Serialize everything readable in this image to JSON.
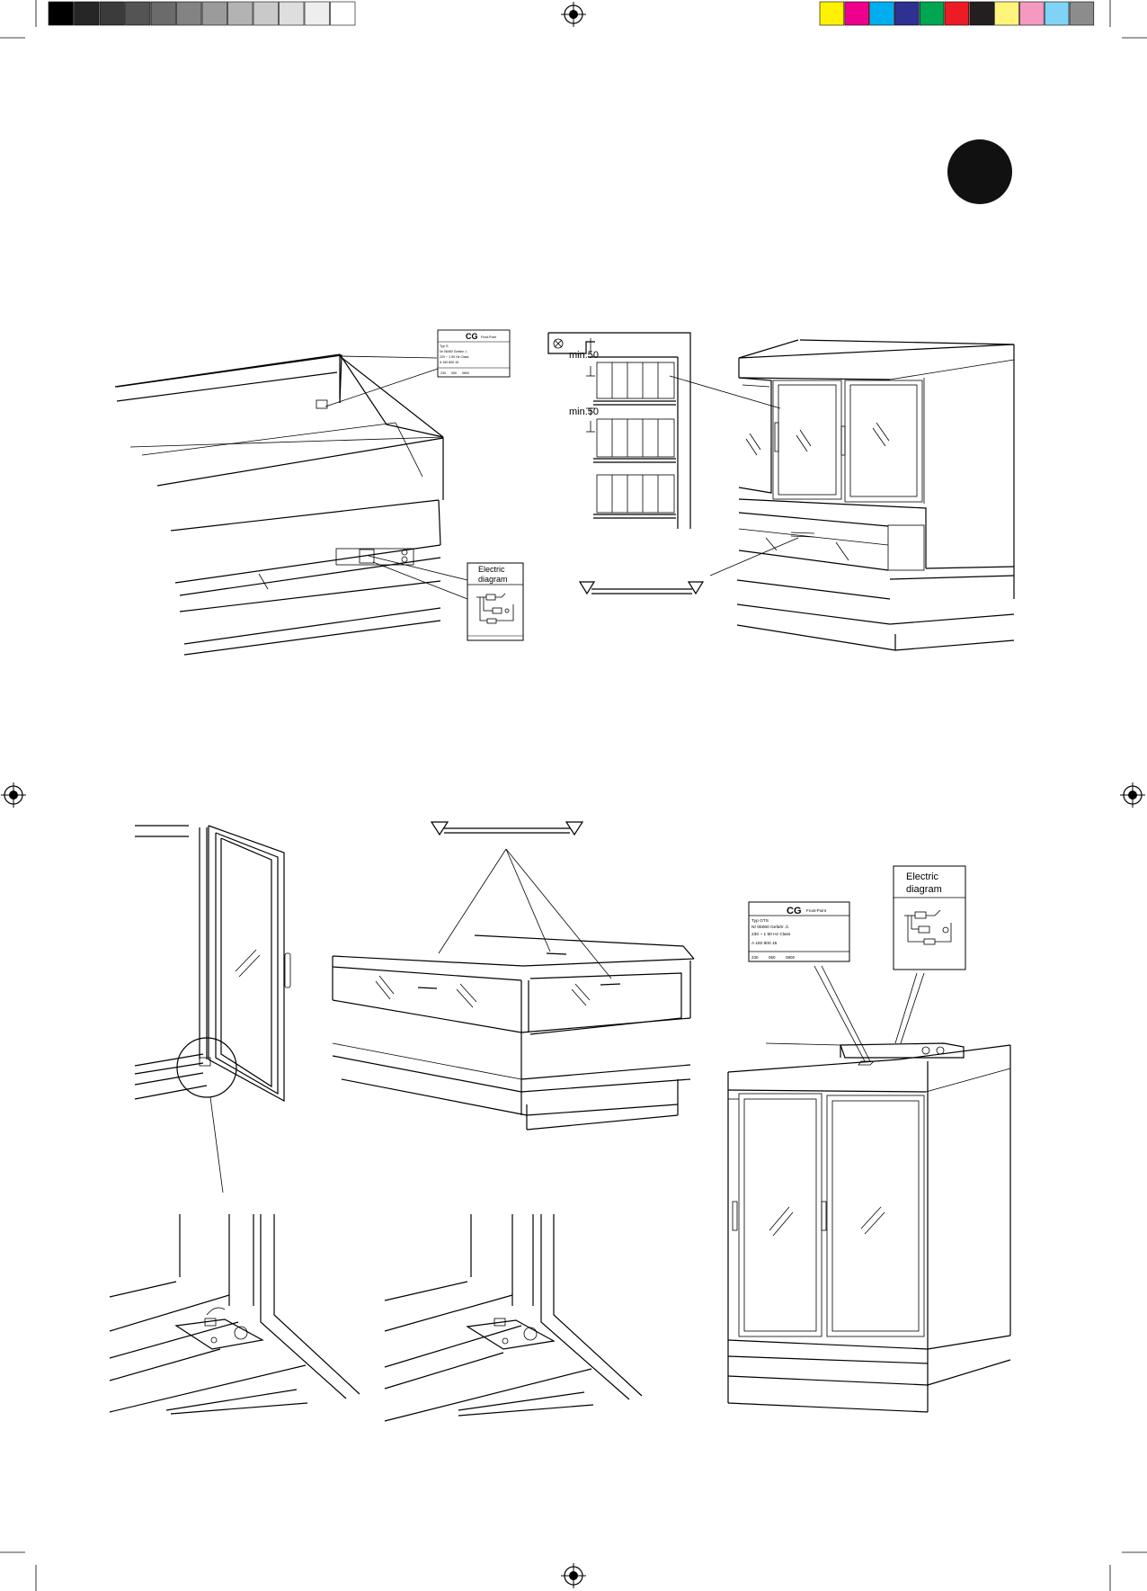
{
  "color_bar": {
    "grays": [
      "#000000",
      "#262626",
      "#3b3b3b",
      "#545454",
      "#6b6b6b",
      "#838383",
      "#9b9b9b",
      "#b3b3b3",
      "#c9c9c9",
      "#dedede",
      "#eeeeee",
      "#ffffff"
    ],
    "colors": [
      "#fff200",
      "#ec008c",
      "#00aeef",
      "#2e3192",
      "#00a651",
      "#ed1c24",
      "#231f20",
      "#fff57a",
      "#f49ac1",
      "#7fd3f7",
      "#8c8c8c"
    ]
  },
  "step_badge": {
    "color": "#111111"
  },
  "figure_top_left": {
    "rating_plate": {
      "brand": "CG",
      "maker": "Frost-Point",
      "rows": [
        "Typ    G",
        "Nr    06060   Gefahr  ⚠",
        "220  ~  1  50 Hz   Class",
        "A   150   800   15"
      ],
      "footer": [
        "230",
        "050",
        "0800"
      ]
    },
    "wiring_card": {
      "title": "Electric\ndiagram"
    }
  },
  "figure_top_middle": {
    "clearance_labels": [
      "min.50",
      "min.50"
    ]
  },
  "figure_bottom_right": {
    "rating_plate": {
      "brand": "CG",
      "maker": "Frost-Point",
      "rows": [
        "Typ    GTS",
        "Nr    06060   Gefahr  ⚠",
        "230  ~  1  50 Hz   Class",
        "A   150   800   15"
      ],
      "footer": [
        "230",
        "050",
        "0800"
      ]
    },
    "wiring_card": {
      "title": "Electric\ndiagram"
    }
  }
}
